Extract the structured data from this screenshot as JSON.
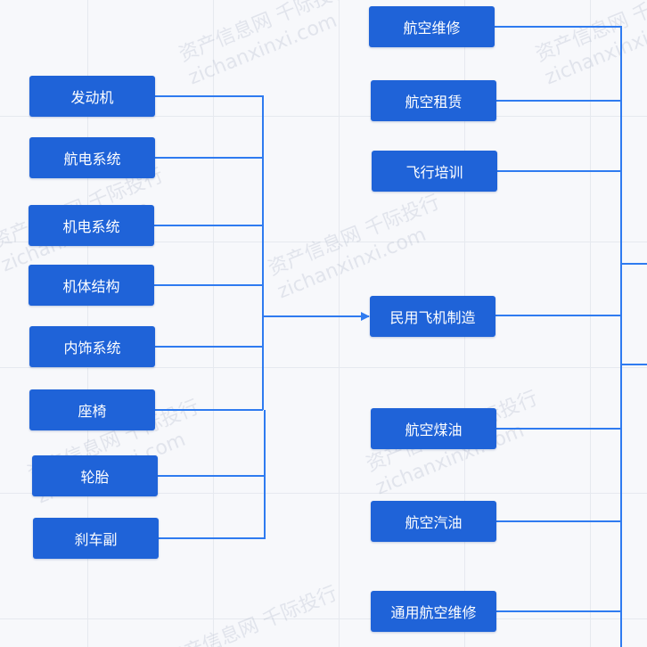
{
  "left_nodes": [
    {
      "label": "发动机"
    },
    {
      "label": "航电系统"
    },
    {
      "label": "机电系统"
    },
    {
      "label": "机体结构"
    },
    {
      "label": "内饰系统"
    },
    {
      "label": "座椅"
    },
    {
      "label": "轮胎"
    },
    {
      "label": "刹车副"
    }
  ],
  "center_node": {
    "label": "民用飞机制造"
  },
  "right_nodes": [
    {
      "label": "航空维修"
    },
    {
      "label": "航空租赁"
    },
    {
      "label": "飞行培训"
    },
    {
      "label": "航空煤油"
    },
    {
      "label": "航空汽油"
    },
    {
      "label": "通用航空维修"
    }
  ],
  "watermark": {
    "line1": "资产信息网 千际投行",
    "line2": "zichanxinxi.com"
  },
  "colors": {
    "node": "#1f63d8",
    "connector": "#2f7bf0",
    "background": "#f7f8fb"
  }
}
